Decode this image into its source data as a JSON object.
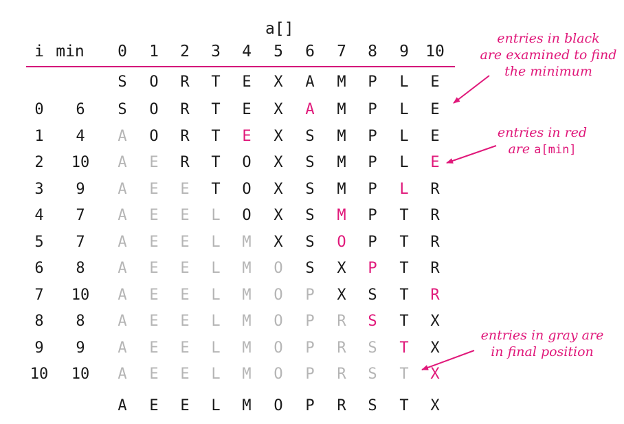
{
  "array_label": "a[]",
  "col_i_header": "i",
  "col_min_header": "min",
  "index_headers": [
    "0",
    "1",
    "2",
    "3",
    "4",
    "5",
    "6",
    "7",
    "8",
    "9",
    "10"
  ],
  "initial_row": [
    "S",
    "O",
    "R",
    "T",
    "E",
    "X",
    "A",
    "M",
    "P",
    "L",
    "E"
  ],
  "rows": [
    {
      "i": "0",
      "min": "6",
      "entries": [
        "S",
        "O",
        "R",
        "T",
        "E",
        "X",
        "A",
        "M",
        "P",
        "L",
        "E"
      ],
      "red": 6,
      "gray_count": 0
    },
    {
      "i": "1",
      "min": "4",
      "entries": [
        "A",
        "O",
        "R",
        "T",
        "E",
        "X",
        "S",
        "M",
        "P",
        "L",
        "E"
      ],
      "red": 4,
      "gray_count": 1
    },
    {
      "i": "2",
      "min": "10",
      "entries": [
        "A",
        "E",
        "R",
        "T",
        "O",
        "X",
        "S",
        "M",
        "P",
        "L",
        "E"
      ],
      "red": 10,
      "gray_count": 2
    },
    {
      "i": "3",
      "min": "9",
      "entries": [
        "A",
        "E",
        "E",
        "T",
        "O",
        "X",
        "S",
        "M",
        "P",
        "L",
        "R"
      ],
      "red": 9,
      "gray_count": 3
    },
    {
      "i": "4",
      "min": "7",
      "entries": [
        "A",
        "E",
        "E",
        "L",
        "O",
        "X",
        "S",
        "M",
        "P",
        "T",
        "R"
      ],
      "red": 7,
      "gray_count": 4
    },
    {
      "i": "5",
      "min": "7",
      "entries": [
        "A",
        "E",
        "E",
        "L",
        "M",
        "X",
        "S",
        "O",
        "P",
        "T",
        "R"
      ],
      "red": 7,
      "gray_count": 5
    },
    {
      "i": "6",
      "min": "8",
      "entries": [
        "A",
        "E",
        "E",
        "L",
        "M",
        "O",
        "S",
        "X",
        "P",
        "T",
        "R"
      ],
      "red": 8,
      "gray_count": 6
    },
    {
      "i": "7",
      "min": "10",
      "entries": [
        "A",
        "E",
        "E",
        "L",
        "M",
        "O",
        "P",
        "X",
        "S",
        "T",
        "R"
      ],
      "red": 10,
      "gray_count": 7
    },
    {
      "i": "8",
      "min": "8",
      "entries": [
        "A",
        "E",
        "E",
        "L",
        "M",
        "O",
        "P",
        "R",
        "S",
        "T",
        "X"
      ],
      "red": 8,
      "gray_count": 8
    },
    {
      "i": "9",
      "min": "9",
      "entries": [
        "A",
        "E",
        "E",
        "L",
        "M",
        "O",
        "P",
        "R",
        "S",
        "T",
        "X"
      ],
      "red": 9,
      "gray_count": 9
    },
    {
      "i": "10",
      "min": "10",
      "entries": [
        "A",
        "E",
        "E",
        "L",
        "M",
        "O",
        "P",
        "R",
        "S",
        "T",
        "X"
      ],
      "red": 10,
      "gray_count": 10
    }
  ],
  "final_row": [
    "A",
    "E",
    "E",
    "L",
    "M",
    "O",
    "P",
    "R",
    "S",
    "T",
    "X"
  ],
  "notes": {
    "black": [
      "entries in black",
      "are examined to find",
      "the minimum"
    ],
    "red_line1": "entries in red",
    "red_line2_prefix": "are ",
    "red_line2_code": "a[min]",
    "gray": [
      "entries in gray are",
      "in final position"
    ]
  },
  "colors": {
    "accent": "#e0187a",
    "gray": "#b5b5b5",
    "text": "#1a1a1a"
  }
}
